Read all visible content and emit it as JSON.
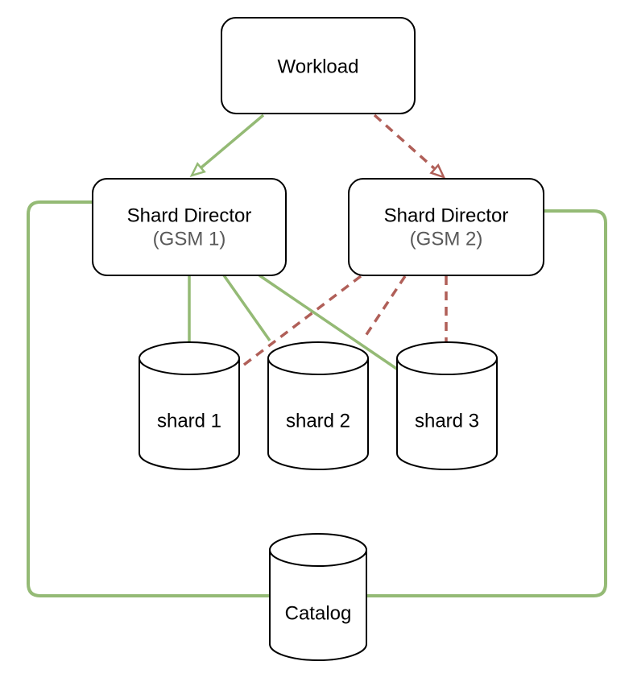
{
  "diagram": {
    "nodes": {
      "workload": {
        "label": "Workload",
        "shape": "rounded-box"
      },
      "gsm1": {
        "label": "Shard Director",
        "sublabel": "(GSM 1)",
        "shape": "rounded-box"
      },
      "gsm2": {
        "label": "Shard Director",
        "sublabel": "(GSM 2)",
        "shape": "rounded-box"
      },
      "shard1": {
        "label": "shard 1",
        "shape": "database-cylinder"
      },
      "shard2": {
        "label": "shard 2",
        "shape": "database-cylinder"
      },
      "shard3": {
        "label": "shard 3",
        "shape": "database-cylinder"
      },
      "catalog": {
        "label": "Catalog",
        "shape": "database-cylinder"
      }
    },
    "edges": [
      {
        "from": "workload",
        "to": "gsm1",
        "color": "green",
        "style": "solid",
        "arrow": "open-triangle"
      },
      {
        "from": "workload",
        "to": "gsm2",
        "color": "red",
        "style": "dashed",
        "arrow": "open-triangle"
      },
      {
        "from": "gsm1",
        "to": "shard1",
        "color": "green",
        "style": "solid",
        "arrow": "none"
      },
      {
        "from": "gsm1",
        "to": "shard2",
        "color": "green",
        "style": "solid",
        "arrow": "none"
      },
      {
        "from": "gsm1",
        "to": "shard3",
        "color": "green",
        "style": "solid",
        "arrow": "none"
      },
      {
        "from": "gsm2",
        "to": "shard1",
        "color": "red",
        "style": "dashed",
        "arrow": "none"
      },
      {
        "from": "gsm2",
        "to": "shard2",
        "color": "red",
        "style": "dashed",
        "arrow": "none"
      },
      {
        "from": "gsm2",
        "to": "shard3",
        "color": "red",
        "style": "dashed",
        "arrow": "none"
      },
      {
        "from": "gsm1",
        "to": "catalog",
        "color": "green",
        "style": "solid",
        "arrow": "none",
        "route": "left-side ring"
      },
      {
        "from": "gsm2",
        "to": "catalog",
        "color": "green",
        "style": "solid",
        "arrow": "none",
        "route": "right-side ring"
      }
    ],
    "colors": {
      "green": "#94ba75",
      "red": "#b05f58",
      "node_border": "#000000",
      "label": "#000000",
      "sublabel": "#595959",
      "node_fill": "#ffffff",
      "background": "#ffffff"
    }
  }
}
